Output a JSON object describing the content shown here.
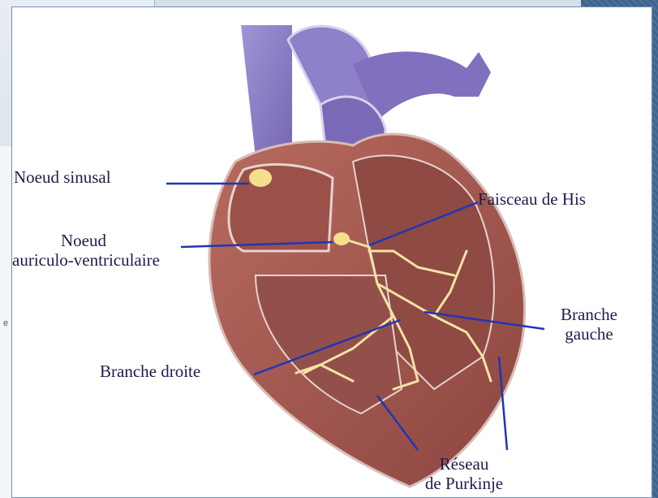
{
  "background": {
    "fragment_text": "e"
  },
  "diagram": {
    "labels": {
      "sinus_node": "Noeud sinusal",
      "av_node_line1": "Noeud",
      "av_node_line2": "auriculo-ventriculaire",
      "bundle_of_his": "Faisceau de His",
      "right_branch": "Branche droite",
      "left_branch_line1": "Branche",
      "left_branch_line2": "gauche",
      "purkinje_line1": "Réseau",
      "purkinje_line2": "de Purkinje"
    },
    "colors": {
      "label_text": "#1b1e4a",
      "pointer_line": "#1f35b5",
      "heart_muscle": "#a8584e",
      "chamber_interior": "#8f4a44",
      "vessel": "#8a7bc4",
      "conduction": "#f3e3a4"
    }
  }
}
